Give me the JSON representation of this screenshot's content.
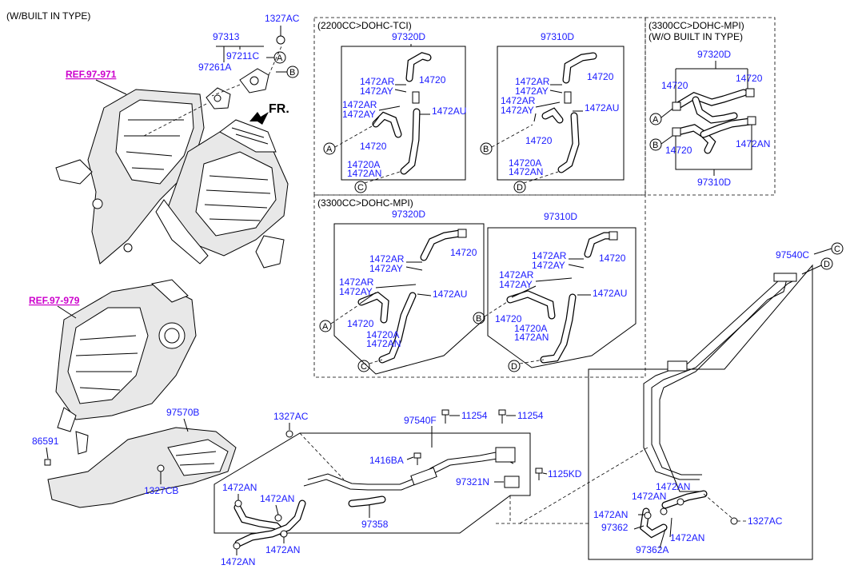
{
  "header": {
    "type_note": "(W/BUILT IN TYPE)"
  },
  "refs": {
    "ref1": "REF.97-971",
    "ref2": "REF.97-979"
  },
  "front_marker": "FR.",
  "boxes": {
    "box_2200": "(2200CC>DOHC-TCI)",
    "box_3300_wo_line1": "(3300CC>DOHC-MPI)",
    "box_3300_wo_line2": "(W/O BUILT IN TYPE)",
    "box_3300": "(3300CC>DOHC-MPI)"
  },
  "callouts": {
    "a": "A",
    "b": "B",
    "c": "C",
    "d": "D"
  },
  "parts": {
    "p1327AC": "1327AC",
    "p97313": "97313",
    "p97211C": "97211C",
    "p97261A": "97261A",
    "p97320D": "97320D",
    "p97310D": "97310D",
    "p1472AR": "1472AR",
    "p1472AY": "1472AY",
    "p14720": "14720",
    "p1472AU": "1472AU",
    "p14720A": "14720A",
    "p1472AN": "1472AN",
    "p97540C": "97540C",
    "p97570B": "97570B",
    "p86591": "86591",
    "p1327CB": "1327CB",
    "p97540F": "97540F",
    "p11254": "11254",
    "p1416BA": "1416BA",
    "p1125KD": "1125KD",
    "p97321N": "97321N",
    "p97358": "97358",
    "p97362": "97362",
    "p97362A": "97362A"
  }
}
